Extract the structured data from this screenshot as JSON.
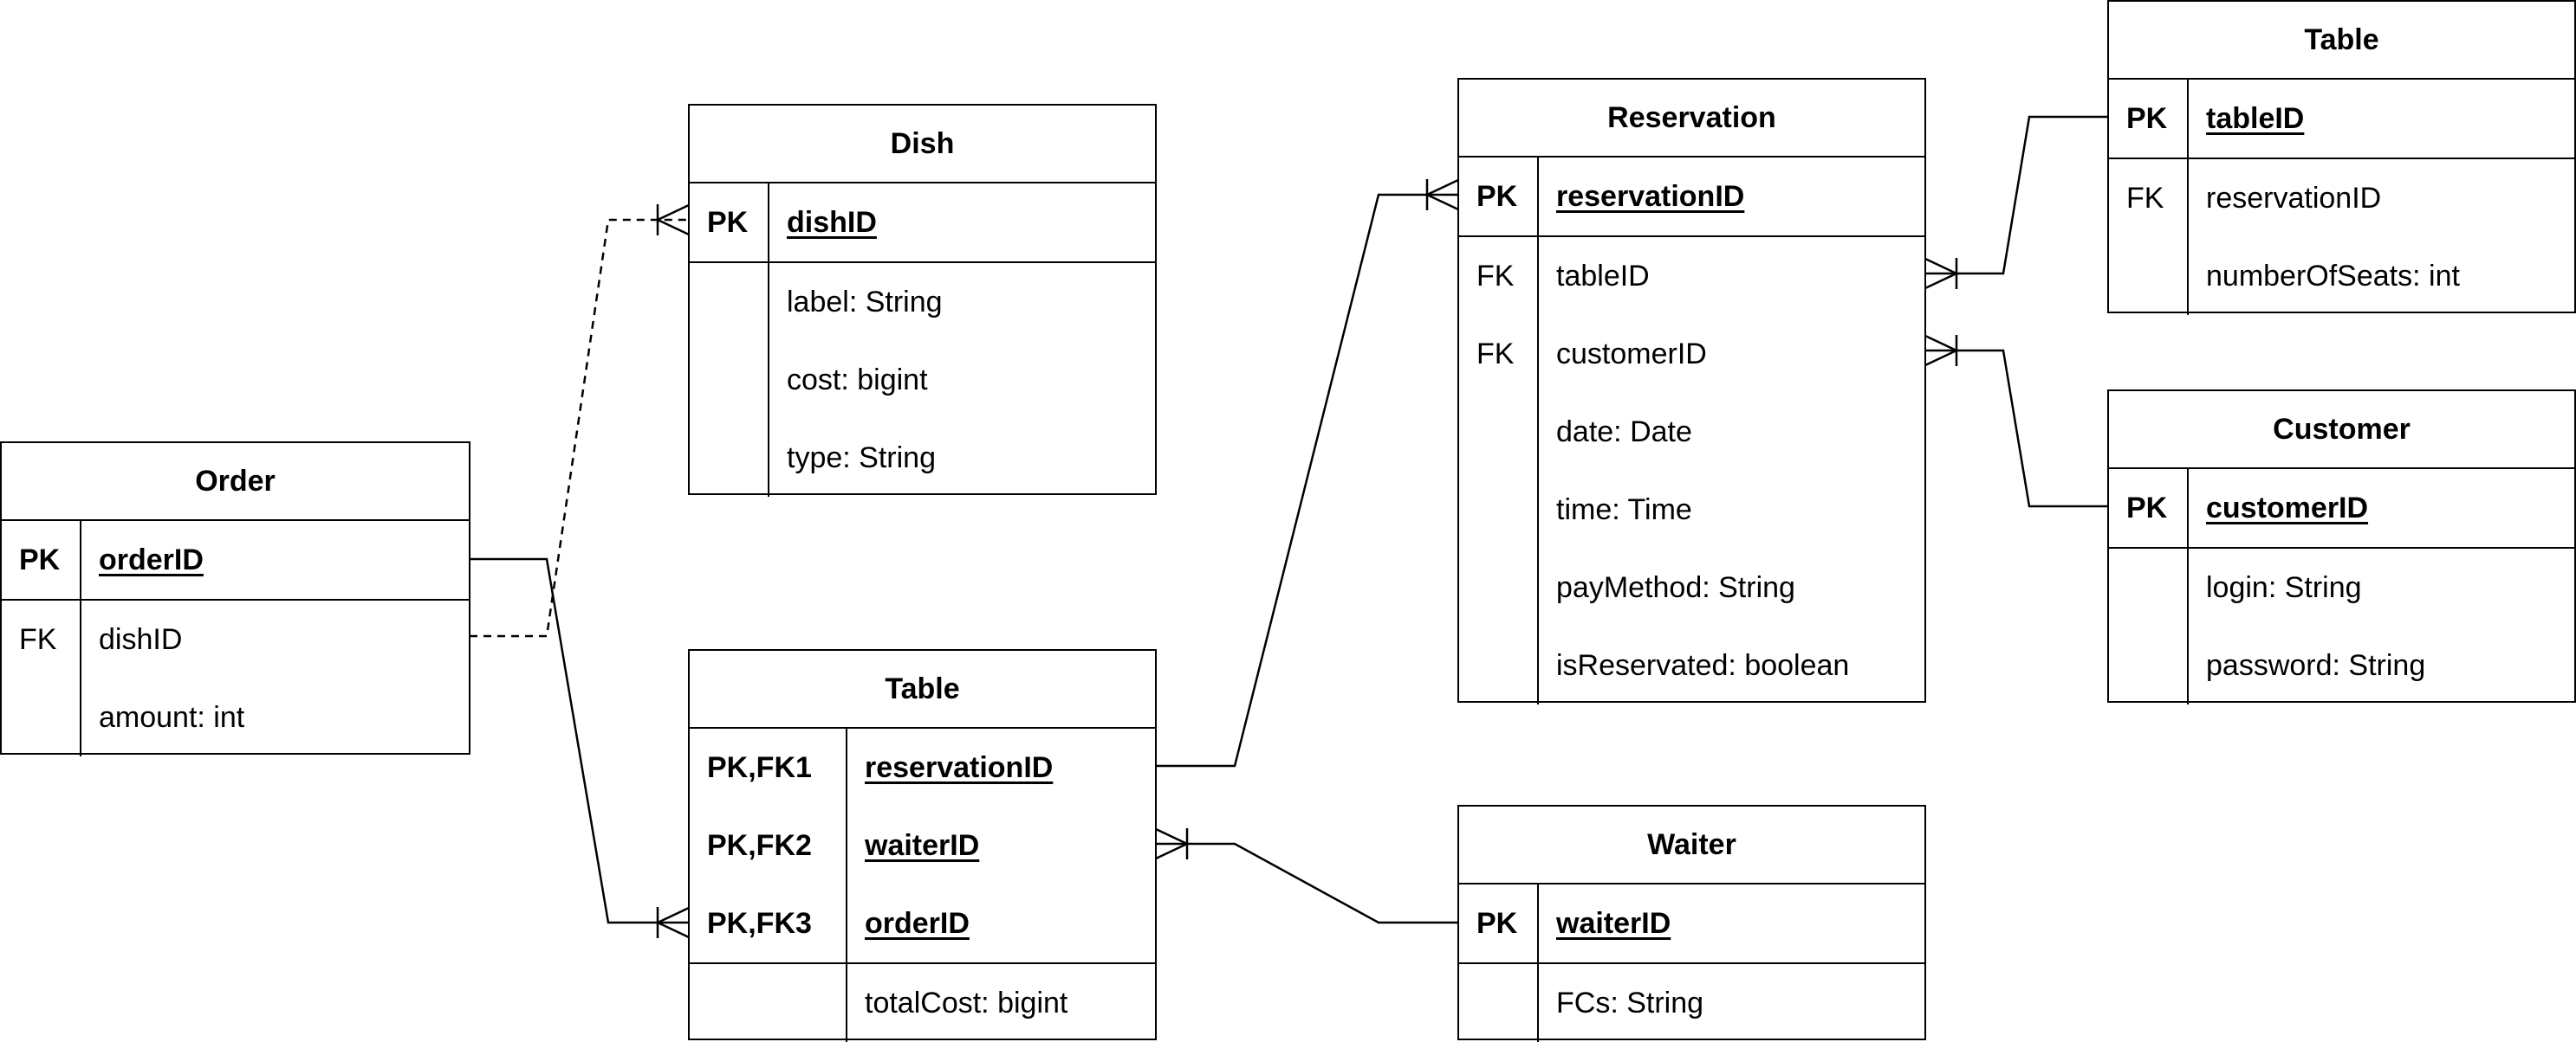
{
  "entities": {
    "order": {
      "title": "Order",
      "pk_rows": [
        {
          "key": "PK",
          "name": "orderID"
        }
      ],
      "attr_rows": [
        {
          "key": "FK",
          "name": "dishID"
        },
        {
          "key": "",
          "name": "amount: int"
        }
      ]
    },
    "dish": {
      "title": "Dish",
      "pk_rows": [
        {
          "key": "PK",
          "name": "dishID"
        }
      ],
      "attr_rows": [
        {
          "key": "",
          "name": "label: String"
        },
        {
          "key": "",
          "name": "cost: bigint"
        },
        {
          "key": "",
          "name": "type: String"
        }
      ]
    },
    "order_table": {
      "title": "Table",
      "pk_rows": [
        {
          "key": "PK,FK1",
          "name": "reservationID"
        },
        {
          "key": "PK,FK2",
          "name": "waiterID"
        },
        {
          "key": "PK,FK3",
          "name": "orderID"
        }
      ],
      "attr_rows": [
        {
          "key": "",
          "name": "totalCost: bigint"
        }
      ]
    },
    "reservation": {
      "title": "Reservation",
      "pk_rows": [
        {
          "key": "PK",
          "name": "reservationID"
        }
      ],
      "attr_rows": [
        {
          "key": "FK",
          "name": "tableID"
        },
        {
          "key": "FK",
          "name": "customerID"
        },
        {
          "key": "",
          "name": "date: Date"
        },
        {
          "key": "",
          "name": "time: Time"
        },
        {
          "key": "",
          "name": "payMethod: String"
        },
        {
          "key": "",
          "name": "isReservated: boolean"
        }
      ]
    },
    "waiter": {
      "title": "Waiter",
      "pk_rows": [
        {
          "key": "PK",
          "name": "waiterID"
        }
      ],
      "attr_rows": [
        {
          "key": "",
          "name": "FCs: String"
        }
      ]
    },
    "table": {
      "title": "Table",
      "pk_rows": [
        {
          "key": "PK",
          "name": "tableID"
        }
      ],
      "attr_rows": [
        {
          "key": "FK",
          "name": "reservationID"
        },
        {
          "key": "",
          "name": "numberOfSeats: int"
        }
      ]
    },
    "customer": {
      "title": "Customer",
      "pk_rows": [
        {
          "key": "PK",
          "name": "customerID"
        }
      ],
      "attr_rows": [
        {
          "key": "",
          "name": "login: String"
        },
        {
          "key": "",
          "name": "password: String"
        }
      ]
    }
  },
  "relationships": [
    {
      "from": "order.orderID",
      "to": "order_table.orderID",
      "style": "solid",
      "end": "one-to-many"
    },
    {
      "from": "order.dishID",
      "to": "dish.dishID",
      "style": "dashed",
      "end": "one-to-many"
    },
    {
      "from": "order_table.reservationID",
      "to": "reservation.reservationID",
      "style": "solid",
      "end": "one-to-many"
    },
    {
      "from": "waiter.waiterID",
      "to": "order_table.waiterID",
      "style": "solid",
      "end": "one-to-many"
    },
    {
      "from": "table.tableID",
      "to": "reservation.tableID",
      "style": "solid",
      "end": "one-to-many"
    },
    {
      "from": "customer.customerID",
      "to": "reservation.customerID",
      "style": "solid",
      "end": "one-to-many"
    }
  ]
}
